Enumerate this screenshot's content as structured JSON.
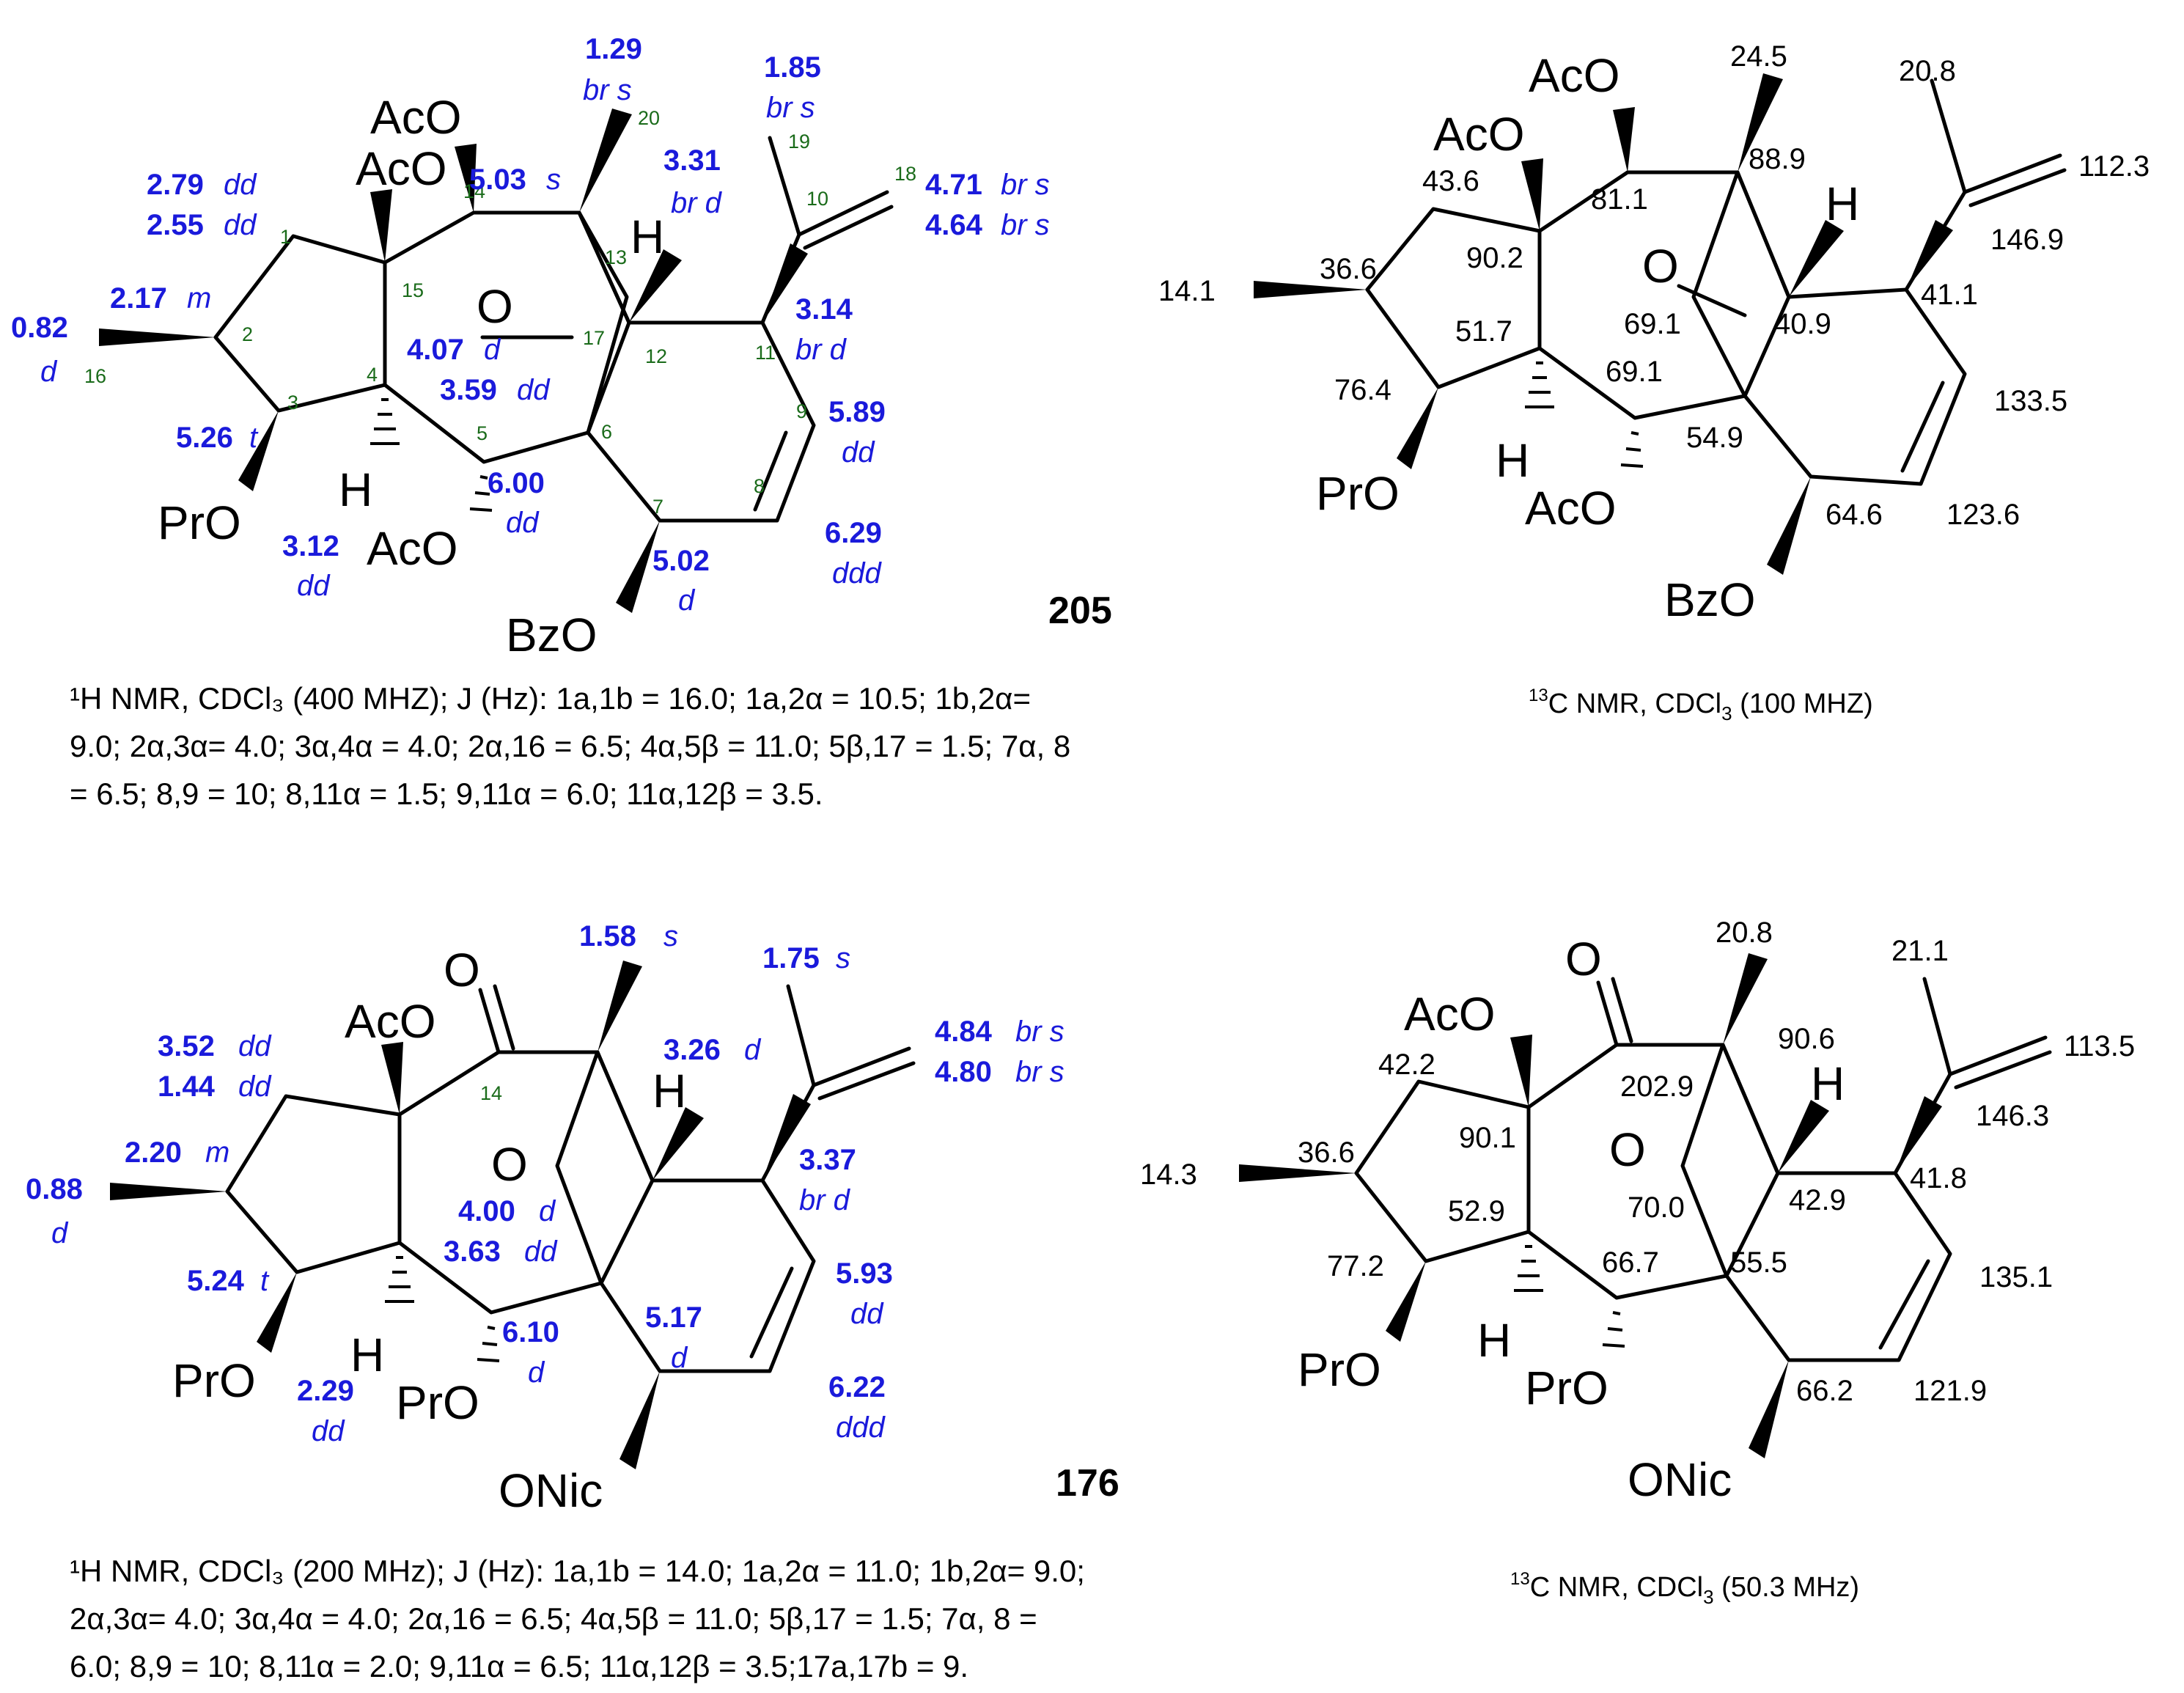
{
  "colors": {
    "shift": "#1a1adb",
    "number": "#1a6b1a",
    "bond": "#000000"
  },
  "compounds": [
    {
      "id": "205",
      "label": "205",
      "groups": {
        "g1": "AcO",
        "g2": "AcO",
        "g3": "O",
        "g4": "H",
        "g5": "H",
        "g6": "PrO",
        "g7": "AcO",
        "g8": "BzO"
      },
      "h_labels": [
        {
          "shift": "2.79",
          "mult": "dd"
        },
        {
          "shift": "2.55",
          "mult": "dd"
        },
        {
          "shift": "2.17",
          "mult": "m"
        },
        {
          "shift": "0.82",
          "mult": "d"
        },
        {
          "shift": "5.26",
          "mult": "t"
        },
        {
          "shift": "3.12",
          "mult": "dd"
        },
        {
          "shift": "5.03",
          "mult": "s"
        },
        {
          "shift": "1.29",
          "mult": "br s"
        },
        {
          "shift": "4.07",
          "mult": "d"
        },
        {
          "shift": "3.59",
          "mult": "dd"
        },
        {
          "shift": "6.00",
          "mult": "dd"
        },
        {
          "shift": "3.31",
          "mult": "br d"
        },
        {
          "shift": "1.85",
          "mult": "br s"
        },
        {
          "shift": "4.71",
          "mult": "br s"
        },
        {
          "shift": "4.64",
          "mult": "br s"
        },
        {
          "shift": "3.14",
          "mult": "br d"
        },
        {
          "shift": "5.89",
          "mult": "dd"
        },
        {
          "shift": "6.29",
          "mult": "ddd"
        },
        {
          "shift": "5.02",
          "mult": "d"
        }
      ],
      "atom_numbers": [
        "1",
        "2",
        "3",
        "4",
        "5",
        "6",
        "7",
        "8",
        "9",
        "10",
        "11",
        "12",
        "13",
        "14",
        "15",
        "16",
        "17",
        "18",
        "19",
        "20"
      ],
      "h_nmr_note": "¹H NMR, CDCl₃ (400 MHZ); J (Hz): 1a,1b = 16.0; 1a,2α = 10.5; 1b,2α=\n9.0; 2α,3α= 4.0; 3α,4α = 4.0; 2α,16 = 6.5; 4α,5β = 11.0; 5β,17 = 1.5; 7α, 8\n= 6.5; 8,9 = 10; 8,11α = 1.5; 9,11α = 6.0; 11α,12β = 3.5.",
      "c13_structure": {
        "groups": {
          "g1": "AcO",
          "g2": "AcO",
          "g3": "O",
          "g4": "H",
          "g5": "H",
          "g6": "PrO",
          "g7": "AcO",
          "g8": "BzO"
        },
        "shifts": [
          "43.6",
          "90.2",
          "81.1",
          "24.5",
          "88.9",
          "20.8",
          "112.3",
          "146.9",
          "14.1",
          "36.6",
          "51.7",
          "69.1",
          "69.1",
          "40.9",
          "41.1",
          "133.5",
          "76.4",
          "54.9",
          "123.6",
          "64.6"
        ]
      },
      "c13_caption": {
        "nucleus": "13",
        "prefix": "C NMR, CDCl",
        "sub": "3",
        "suffix": " (100 MHZ)"
      }
    },
    {
      "id": "176",
      "label": "176",
      "groups": {
        "g1": "O",
        "g2": "AcO",
        "g3": "O",
        "g4": "H",
        "g5": "H",
        "g6": "PrO",
        "g7": "PrO",
        "g8": "ONic"
      },
      "h_labels": [
        {
          "shift": "3.52",
          "mult": "dd"
        },
        {
          "shift": "1.44",
          "mult": "dd"
        },
        {
          "shift": "2.20",
          "mult": "m"
        },
        {
          "shift": "0.88",
          "mult": "d"
        },
        {
          "shift": "5.24",
          "mult": "t"
        },
        {
          "shift": "2.29",
          "mult": "dd"
        },
        {
          "shift": "1.58",
          "mult": "s"
        },
        {
          "shift": "4.00",
          "mult": "d"
        },
        {
          "shift": "3.63",
          "mult": "dd"
        },
        {
          "shift": "6.10",
          "mult": "d"
        },
        {
          "shift": "3.26",
          "mult": "d"
        },
        {
          "shift": "1.75",
          "mult": "s"
        },
        {
          "shift": "4.84",
          "mult": "br s"
        },
        {
          "shift": "4.80",
          "mult": "br s"
        },
        {
          "shift": "3.37",
          "mult": "br d"
        },
        {
          "shift": "5.93",
          "mult": "dd"
        },
        {
          "shift": "6.22",
          "mult": "ddd"
        },
        {
          "shift": "5.17",
          "mult": "d"
        }
      ],
      "atom_numbers": [
        "14"
      ],
      "h_nmr_note": "¹H NMR, CDCl₃ (200 MHz); J (Hz): 1a,1b = 14.0; 1a,2α = 11.0; 1b,2α= 9.0;\n2α,3α= 4.0; 3α,4α = 4.0; 2α,16 = 6.5; 4α,5β = 11.0; 5β,17 = 1.5; 7α, 8 =\n6.0; 8,9 = 10; 8,11α = 2.0; 9,11α = 6.5; 11α,12β = 3.5;17a,17b = 9.",
      "c13_structure": {
        "groups": {
          "g1": "O",
          "g2": "AcO",
          "g3": "O",
          "g4": "H",
          "g5": "H",
          "g6": "PrO",
          "g7": "PrO",
          "g8": "ONic"
        },
        "shifts": [
          "42.2",
          "90.1",
          "202.9",
          "20.8",
          "90.6",
          "21.1",
          "113.5",
          "146.3",
          "14.3",
          "36.6",
          "52.9",
          "70.0",
          "66.7",
          "42.9",
          "41.8",
          "135.1",
          "77.2",
          "55.5",
          "121.9",
          "66.2"
        ]
      },
      "c13_caption": {
        "nucleus": "13",
        "prefix": "C NMR, CDCl",
        "sub": "3",
        "suffix": " (50.3 MHz)"
      }
    }
  ]
}
